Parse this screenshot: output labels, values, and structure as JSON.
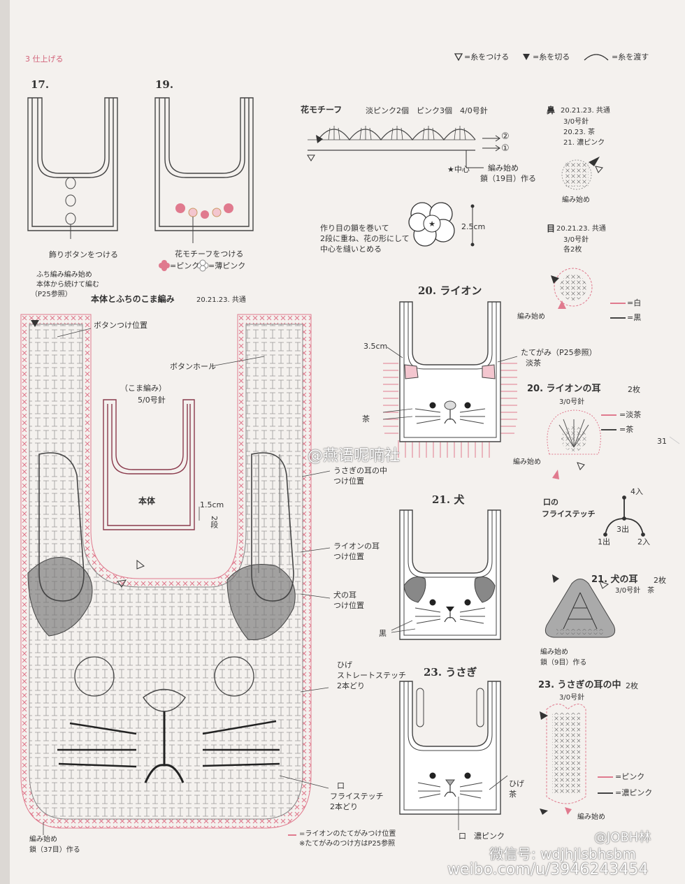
{
  "header": {
    "section": "3 仕上げる",
    "legend": [
      "=糸をつける",
      "=糸を切る",
      "=糸を渡す"
    ]
  },
  "top_bibs": {
    "b17": {
      "num": "17.",
      "caption": "飾りボタンをつける"
    },
    "b19": {
      "num": "19.",
      "caption": "花モチーフをつける",
      "key_pink": "=ピンク",
      "key_light": "=薄ピンク"
    }
  },
  "flower": {
    "title": "花モチーフ",
    "spec": "淡ピンク2個　ピンク3個　4/0号針",
    "row2": "②",
    "row1": "①",
    "center": "★中心",
    "start1": "編み始め",
    "start2": "鎖（19目）作る",
    "note": [
      "作り目の鎖を巻いて",
      "2段に重ね、花の形にして",
      "中心を縫いとめる"
    ],
    "size": "2.5cm"
  },
  "nose": {
    "title": "鼻",
    "code": "20.21.23. 共通",
    "lines": [
      "3/0号針",
      "20.23. 茶",
      "21. 濃ピンク"
    ],
    "start": "編み始め"
  },
  "eye": {
    "title": "目",
    "code": "20.21.23. 共通",
    "lines": [
      "3/0号針",
      "各2枚"
    ],
    "start": "編み始め",
    "key_white": "=白",
    "key_black": "=黒"
  },
  "main": {
    "start_note": [
      "ふち編み編み始め",
      "本体から続けて編む",
      "（P25参照）"
    ],
    "title": "本体とふちのこま編み",
    "title_code": "20.21.23. 共通",
    "button_pos": "ボタンつけ位置",
    "buttonhole": "ボタンホール",
    "inset_label": [
      "（こま編み）",
      "5/0号針"
    ],
    "inset_body": "本体",
    "border": "1.5cm",
    "border_rows": "2段",
    "rabbit_ear": [
      "うさぎの耳の中",
      "つけ位置"
    ],
    "lion_ear": [
      "ライオンの耳",
      "つけ位置"
    ],
    "dog_ear": [
      "犬の耳",
      "つけ位置"
    ],
    "whisker": [
      "ひげ",
      "ストレートステッチ",
      "2本どり"
    ],
    "mouth": [
      "口",
      "フライステッチ",
      "2本どり"
    ],
    "start_bottom": [
      "編み始め",
      "鎖（37目）作る"
    ],
    "lion_note": [
      "=ライオンのたてがみつけ位置",
      "※たてがみのつけ方はP25参照"
    ]
  },
  "lion": {
    "title": "20. ライオン",
    "size": "3.5cm",
    "mane": [
      "たてがみ（P25参照）",
      "淡茶"
    ],
    "tea": "茶"
  },
  "lion_ear": {
    "title": "20. ライオンの耳",
    "qty": "2枚",
    "hook": "3/0号針",
    "key1": "=淡茶",
    "key2": "=茶",
    "start": "編み始め"
  },
  "page_number": "31",
  "dog": {
    "title": "21. 犬",
    "black": "黒"
  },
  "mouth_stitch": {
    "title": [
      "口の",
      "フライステッチ"
    ],
    "p4": "4入",
    "p3": "3出",
    "p1": "1出",
    "p2": "2入"
  },
  "dog_ear": {
    "title": "21. 犬の耳",
    "qty": "2枚",
    "spec": "3/0号針　茶",
    "start": [
      "編み始め",
      "鎖（9目）作る"
    ]
  },
  "rabbit": {
    "title": "23. うさぎ",
    "whisker": [
      "ひげ",
      "茶"
    ],
    "mouth": "口　濃ピンク"
  },
  "rabbit_ear": {
    "title": "23. うさぎの耳の中",
    "qty": "2枚",
    "hook": "3/0号針",
    "key1": "=ピンク",
    "key2": "=濃ピンク",
    "start": "編み始め"
  },
  "watermarks": [
    "@燕语呢喃社",
    "微信号: wdjhjlsbhsbm",
    "weibo.com/u/3946243454",
    "@JOBH林"
  ],
  "colors": {
    "pink": "#e07a8e",
    "dark_red": "#8a3a4c",
    "gray": "#999999",
    "ink": "#333333"
  }
}
